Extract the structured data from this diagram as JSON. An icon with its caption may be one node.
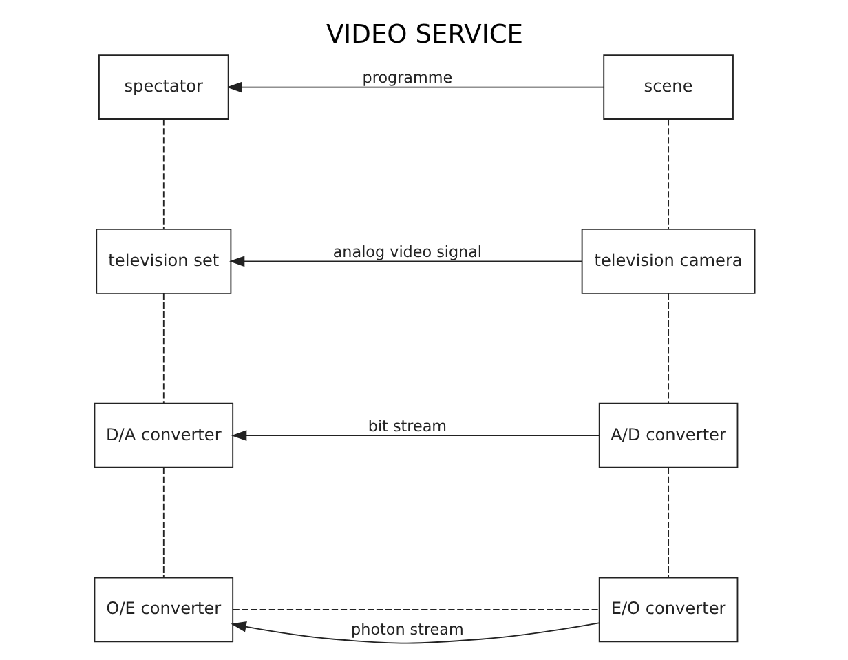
{
  "diagram": {
    "title": "VIDEO SERVICE",
    "nodes": [
      {
        "text": [
          "spectator"
        ]
      },
      {
        "text": [
          "scene"
        ]
      },
      {
        "text": [
          "television set"
        ]
      },
      {
        "text": [
          "television camera"
        ]
      },
      {
        "text": [
          "D/A converter"
        ]
      },
      {
        "text": [
          "A/D converter"
        ]
      },
      {
        "text": [
          "O/E converter"
        ]
      },
      {
        "text": [
          "E/O converter"
        ]
      }
    ],
    "edges": [
      {
        "from": 1,
        "to": 0,
        "arrow": "to",
        "label": "programme"
      },
      {
        "from": 0,
        "to": 2,
        "arrow": "none",
        "style": "dashed"
      },
      {
        "from": 1,
        "to": 3,
        "arrow": "none",
        "style": "dashed"
      },
      {
        "from": 3,
        "to": 2,
        "arrow": "to",
        "label": "analog video signal"
      },
      {
        "from": 2,
        "to": 4,
        "arrow": "none",
        "style": "dashed"
      },
      {
        "from": 3,
        "to": 5,
        "arrow": "none",
        "style": "dashed"
      },
      {
        "from": 5,
        "to": 4,
        "arrow": "to",
        "label": "bit stream"
      },
      {
        "from": 4,
        "to": 6,
        "arrow": "none",
        "style": "dashed"
      },
      {
        "from": 5,
        "to": 7,
        "arrow": "none",
        "style": "dashed"
      },
      {
        "from": 7,
        "to": 6,
        "arrow": "to",
        "label": "photon stream"
      },
      {
        "from": 6,
        "to": 7,
        "arrow": "none",
        "style": "dashed"
      }
    ]
  }
}
